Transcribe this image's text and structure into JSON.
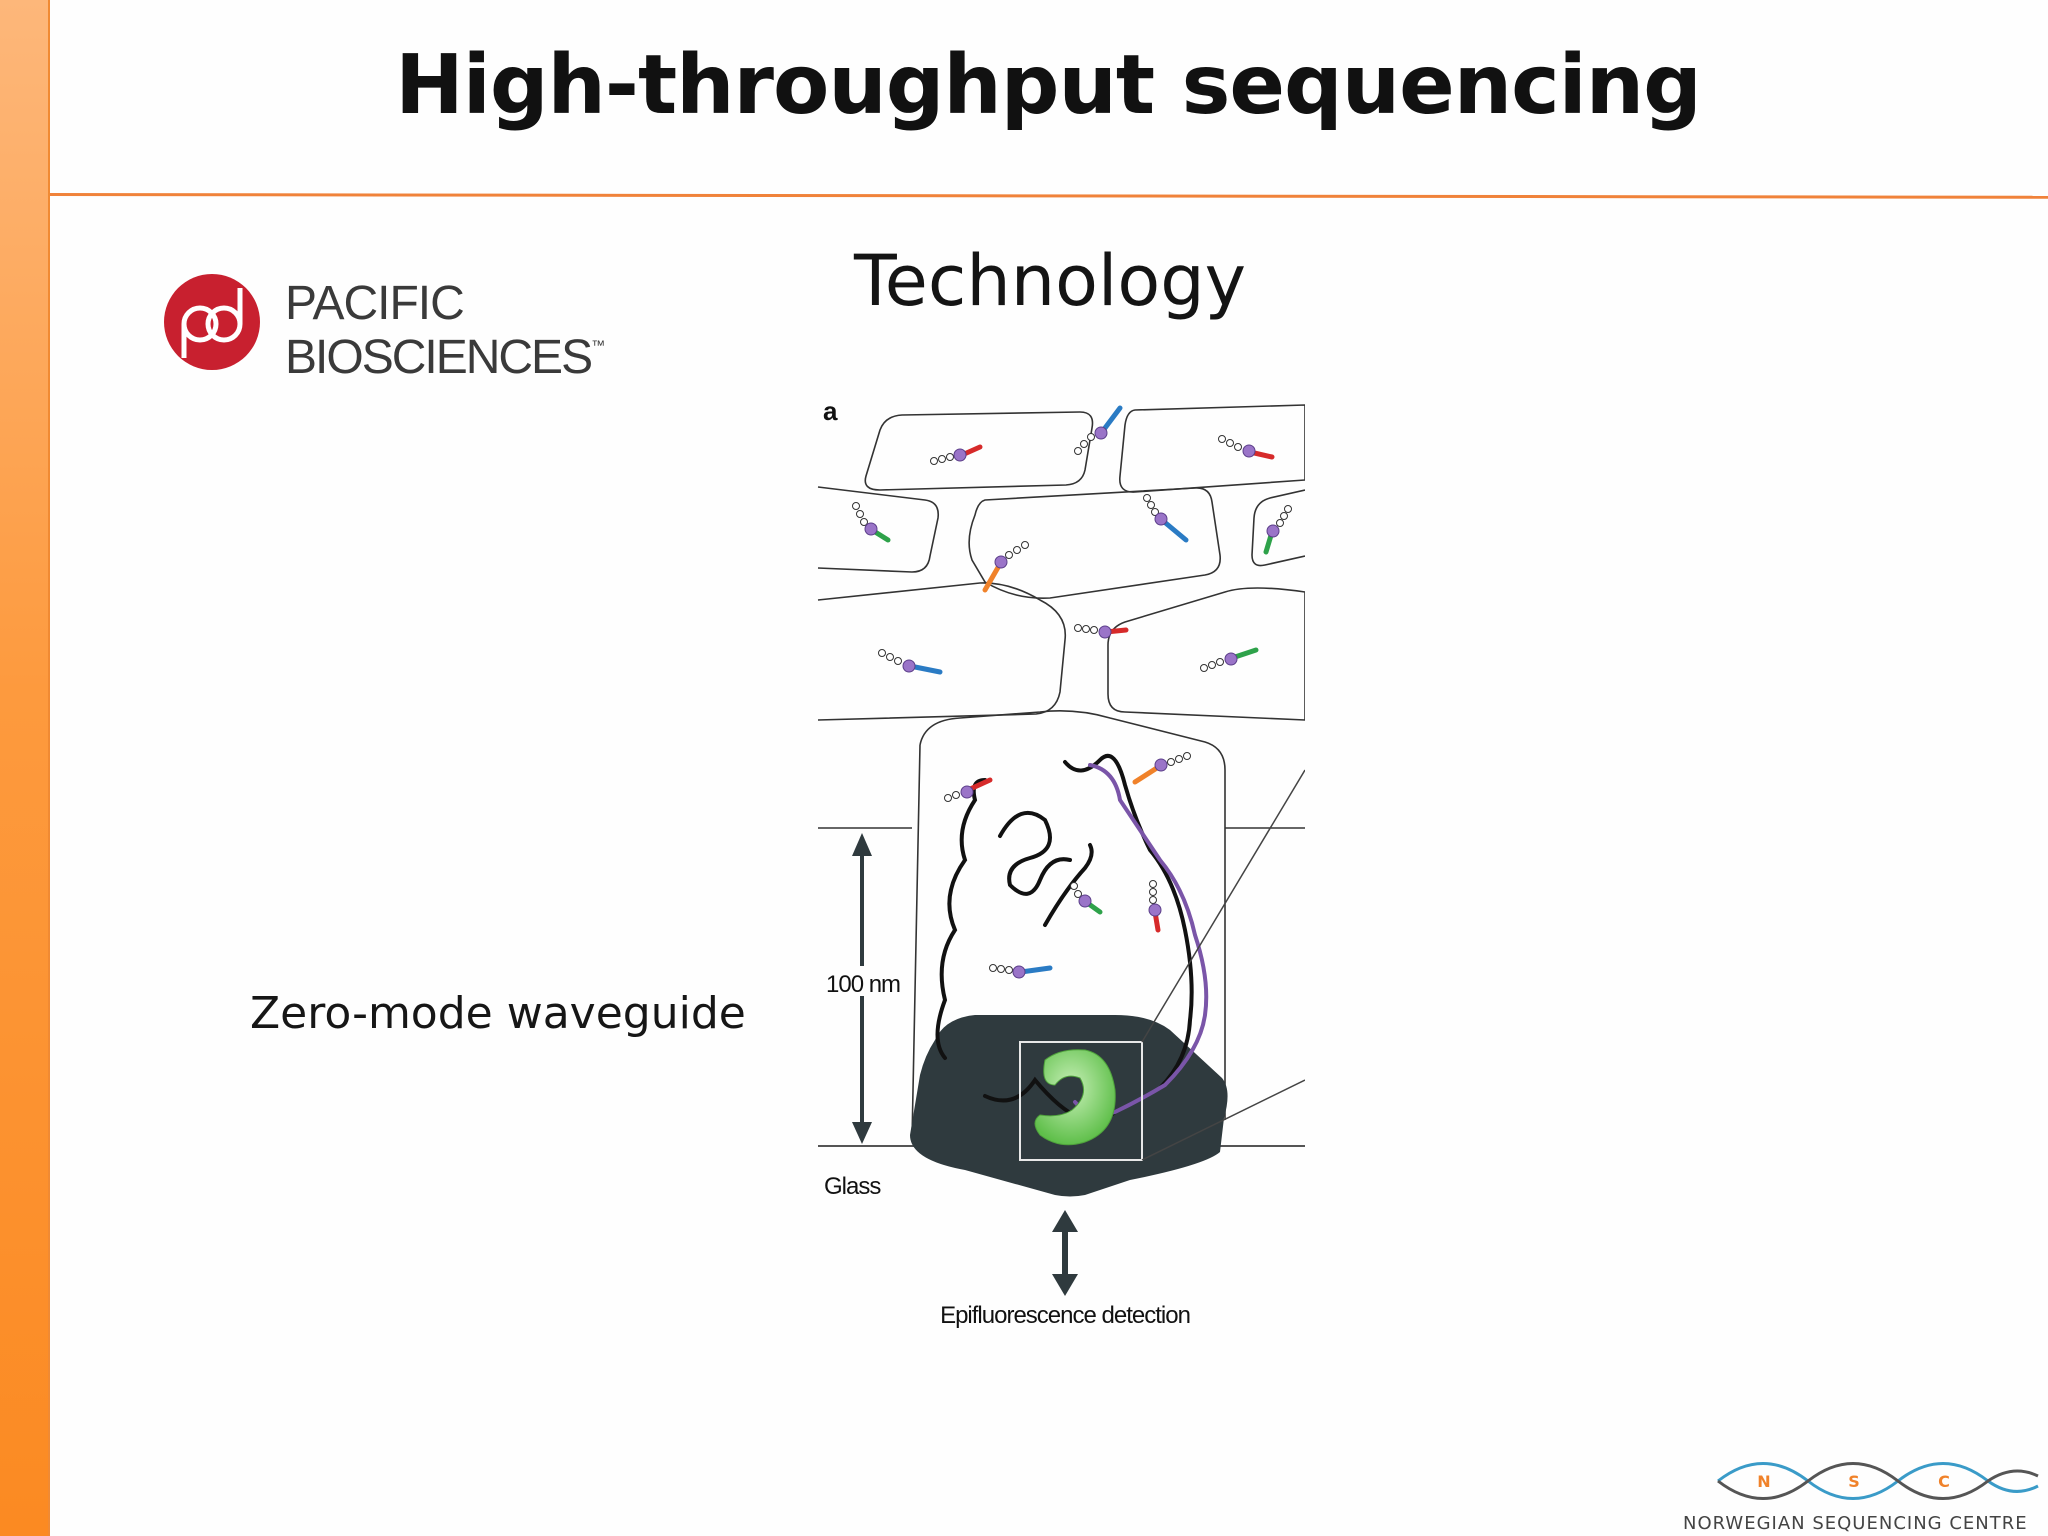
{
  "slide": {
    "title": "High-throughput sequencing",
    "subtitle": "Technology",
    "label_zmw": "Zero-mode waveguide"
  },
  "logo_pacbio": {
    "line1": "PACIFIC",
    "line2": "BIOSCIENCES",
    "trademark": "™",
    "brand_color": "#c8202f"
  },
  "figure": {
    "panel_label": "a",
    "scale_label": "100 nm",
    "glass_label": "Glass",
    "detection_label": "Epifluorescence detection"
  },
  "logo_nsc": {
    "letters": [
      "N",
      "S",
      "C"
    ],
    "caption": "NORWEGIAN SEQUENCING CENTRE"
  },
  "colors": {
    "accent": "#f0823a",
    "sidebar": "#fd9a3e",
    "polymerase": "#7ed06a",
    "waveguide": "#2f3a3e",
    "dna_template": "#7a55a8"
  }
}
